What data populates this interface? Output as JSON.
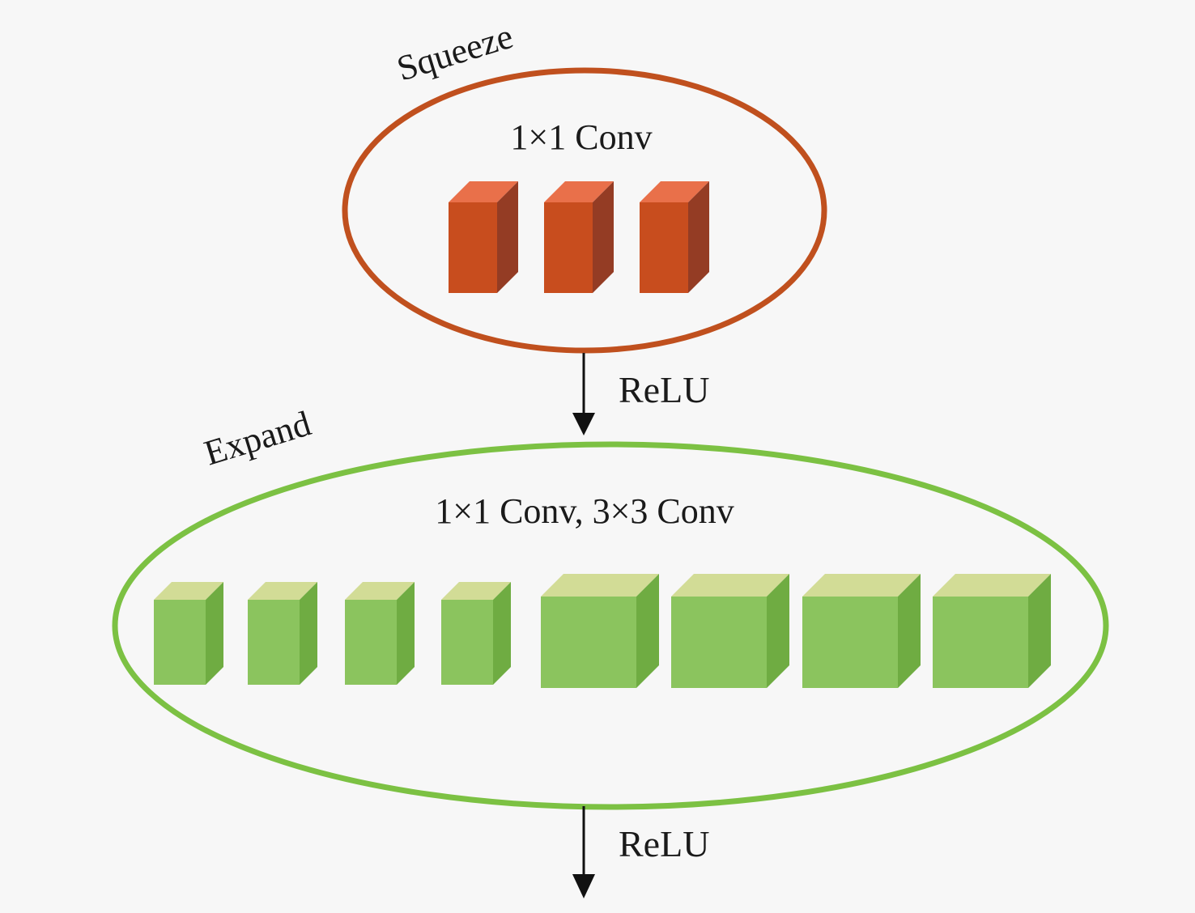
{
  "squeeze": {
    "title": "Squeeze",
    "layer_label": "1×1 Conv",
    "ring_color": "#c0501e",
    "cube_colors": {
      "front": "#c84d1e",
      "top": "#e9704a",
      "side": "#943c24"
    },
    "cube_count": 3
  },
  "activation_1": {
    "label": "ReLU"
  },
  "expand": {
    "title": "Expand",
    "layer_label": "1×1 Conv, 3×3 Conv",
    "ring_color": "#7cc143",
    "cube_colors": {
      "front": "#8bc45e",
      "top": "#d2dc96",
      "side": "#6fac42"
    },
    "groups": [
      {
        "kind": "1x1",
        "count": 4
      },
      {
        "kind": "3x3",
        "count": 4
      }
    ]
  },
  "activation_2": {
    "label": "ReLU"
  }
}
